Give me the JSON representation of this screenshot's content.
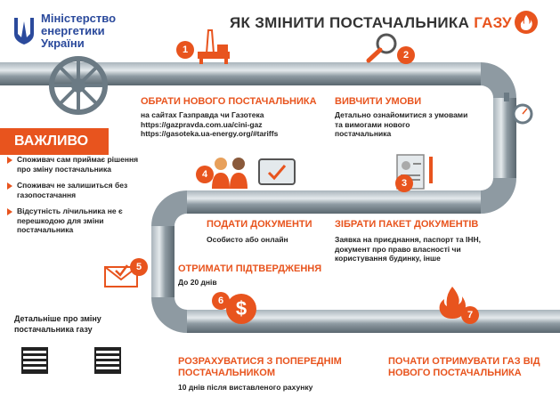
{
  "header": {
    "ministry_line1": "Міністерство",
    "ministry_line2": "енергетики",
    "ministry_line3": "України",
    "title_main": "ЯК ЗМІНИТИ ПОСТАЧАЛЬНИКА ",
    "title_accent": "ГАЗУ"
  },
  "important": {
    "label": "ВАЖЛИВО",
    "items": [
      "Споживач сам приймає рішення про зміну постачальника",
      "Споживач не залишиться без газопостачання",
      "Відсутність лічильника не є перешкодою для зміни постачальника"
    ]
  },
  "steps": [
    {
      "num": "1",
      "title": "ОБРАТИ НОВОГО ПОСТАЧАЛЬНИКА",
      "body": "на сайтах Газправда чи Газотека\nhttps://gazpravda.com.ua/cini-gaz\nhttps://gasoteka.ua-energy.org/#tariffs"
    },
    {
      "num": "2",
      "title": "ВИВЧИТИ УМОВИ",
      "body": "Детально ознайомитися з умовами та вимогами нового постачальника"
    },
    {
      "num": "3",
      "title": "ЗІБРАТИ ПАКЕТ ДОКУМЕНТІВ",
      "body": "Заявка на приєднання, паспорт та ІНН, документ про право власності чи користування будинку, інше"
    },
    {
      "num": "4",
      "title": "ПОДАТИ ДОКУМЕНТИ",
      "body": "Особисто або онлайн"
    },
    {
      "num": "5",
      "title": "ОТРИМАТИ ПІДТВЕРДЖЕННЯ",
      "body": "До 20 днів"
    },
    {
      "num": "6",
      "title": "РОЗРАХУВАТИСЯ З ПОПЕРЕДНІМ ПОСТАЧАЛЬНИКОМ",
      "body": "10 днів після виставленого рахунку"
    },
    {
      "num": "7",
      "title": "ПОЧАТИ ОТРИМУВАТИ ГАЗ ВІД НОВОГО ПОСТАЧАЛЬНИКА",
      "body": ""
    }
  ],
  "more_info": "Детальніше про зміну постачальника газу",
  "colors": {
    "accent": "#e8541e",
    "pipe": "#6b7a84",
    "ministry": "#2b4a9c"
  }
}
